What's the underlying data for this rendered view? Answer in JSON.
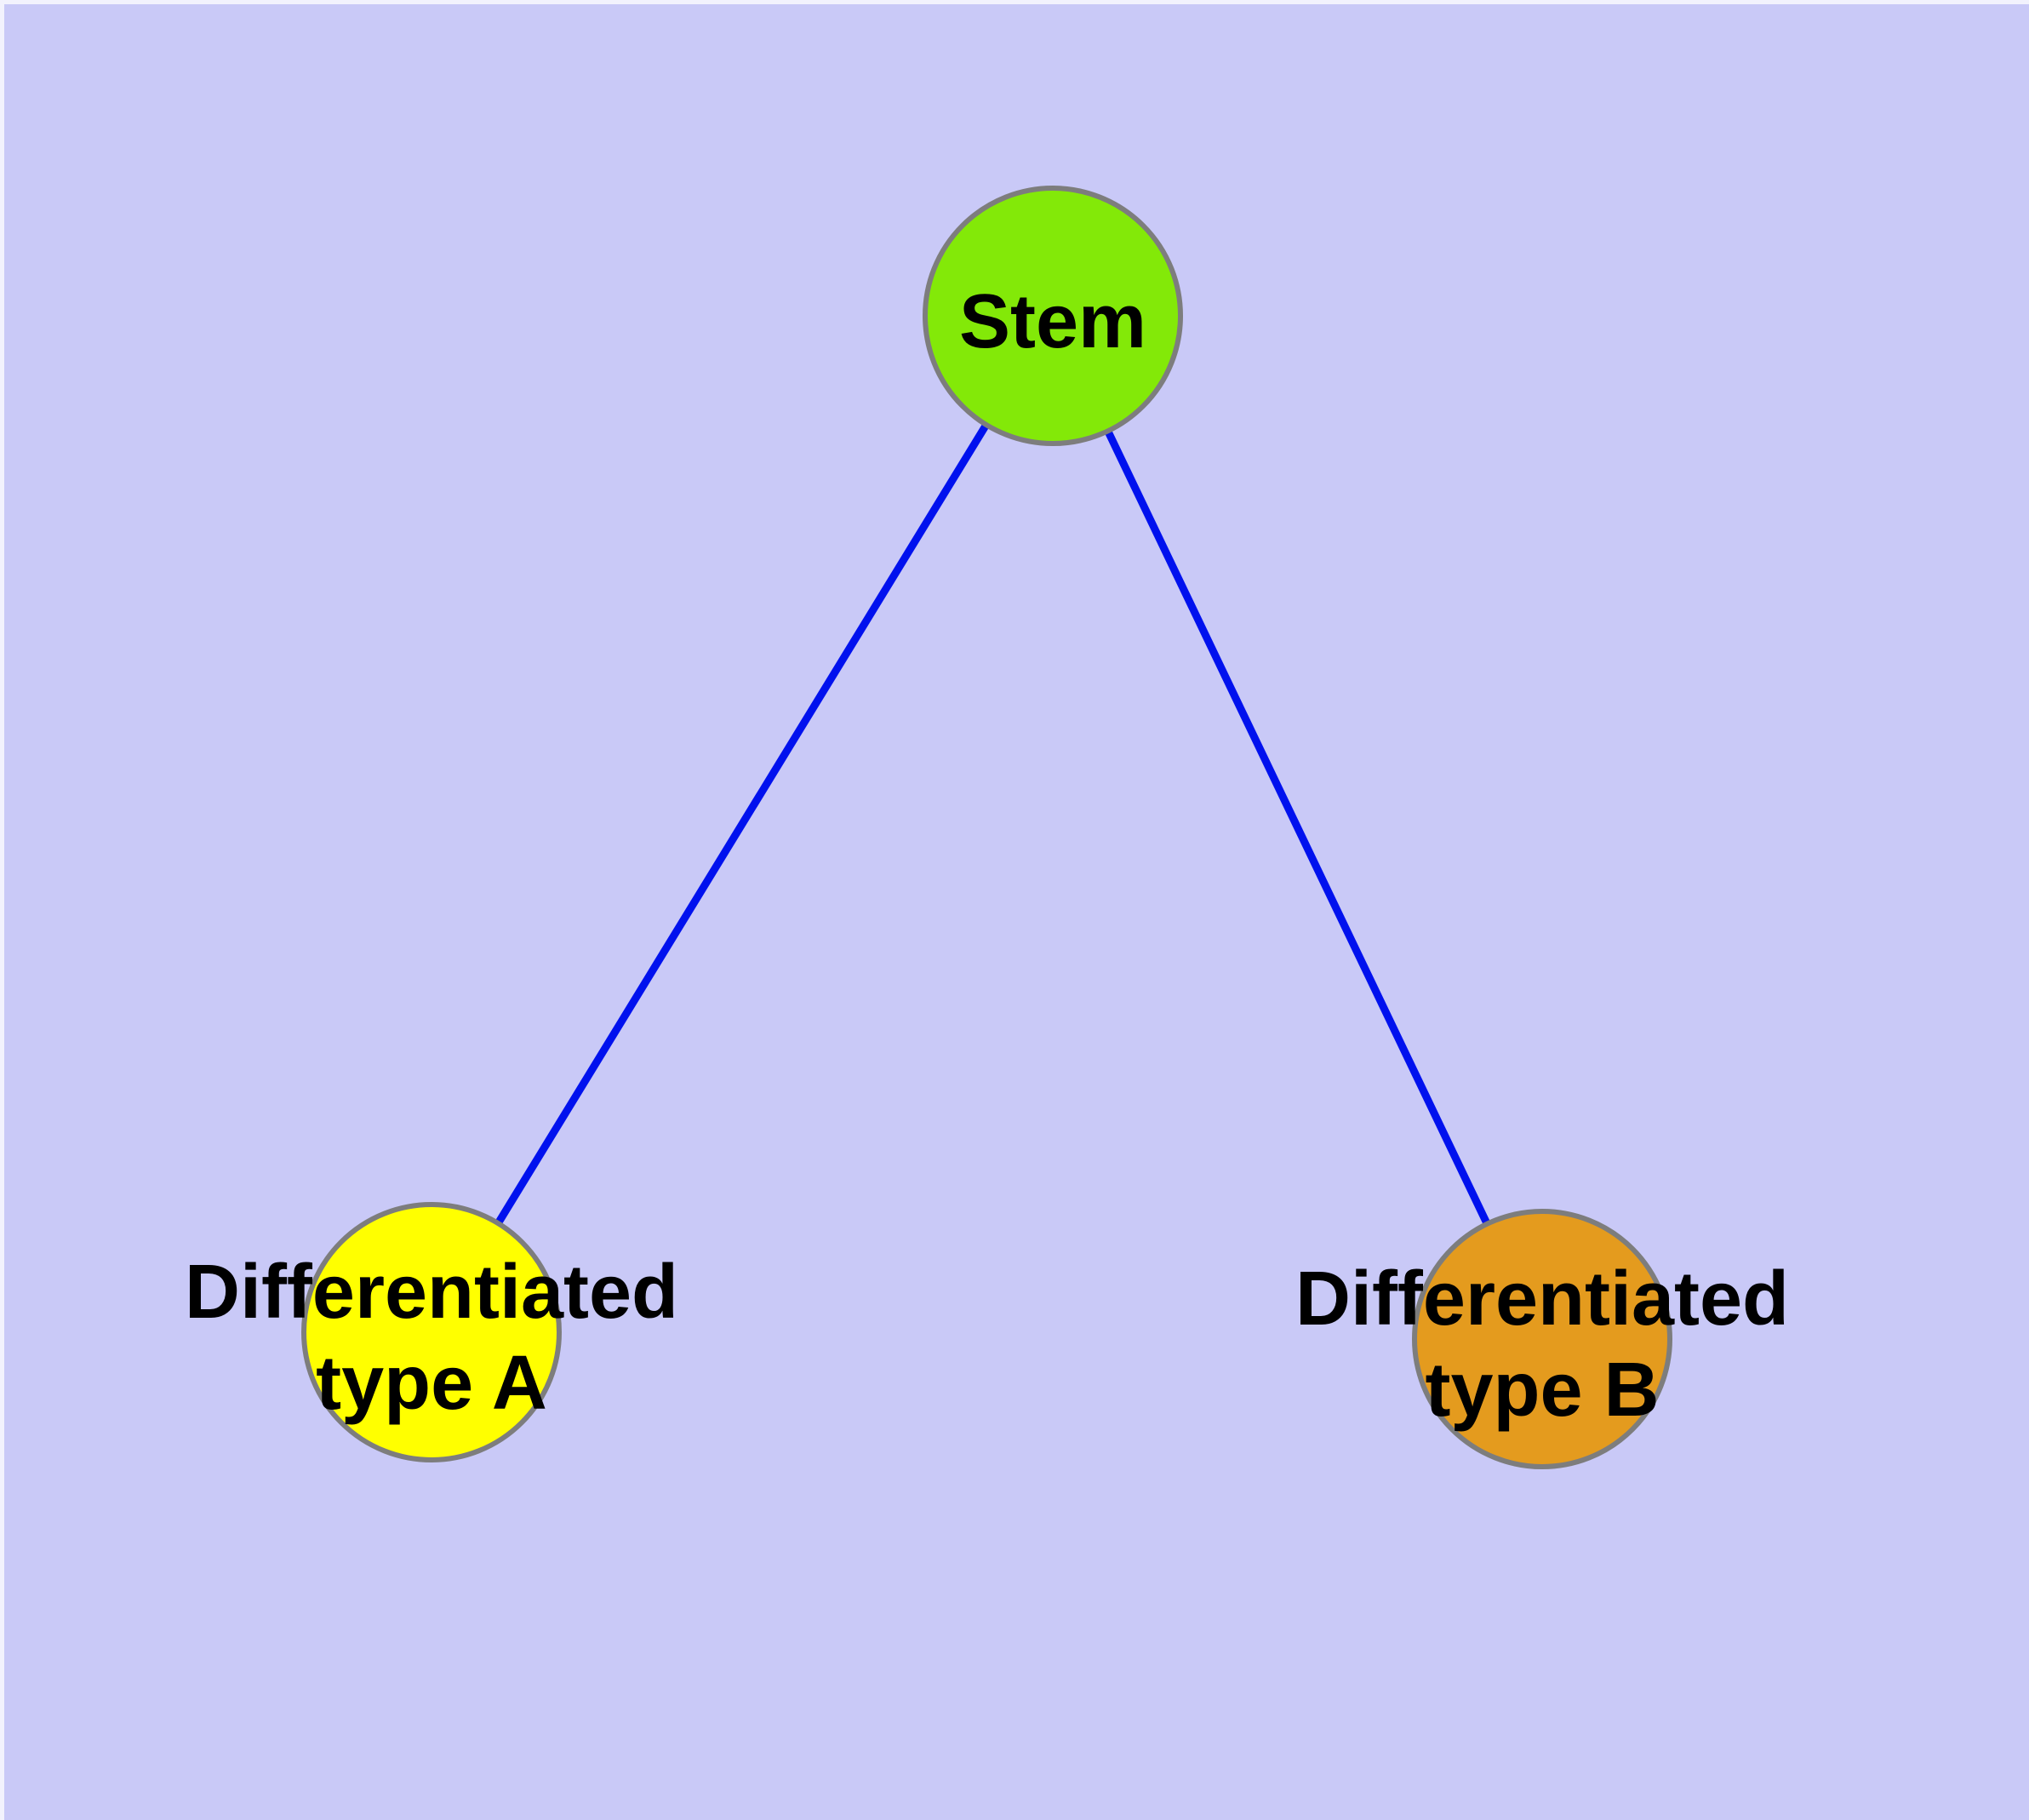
{
  "diagram": {
    "type": "graph",
    "background_color": "#c9c9f7",
    "frame_color": "#f2f2fd",
    "edge_color": "#0011ee",
    "node_border_color": "#7d7d7d",
    "label_color": "#000000",
    "nodes": [
      {
        "id": "stem",
        "label": "Stem",
        "fill": "#83e908"
      },
      {
        "id": "differentiated-type-a",
        "label_line1": "Differentiated",
        "label_line2": "type A",
        "fill": "#ffff00"
      },
      {
        "id": "differentiated-type-b",
        "label_line1": "Differentiated",
        "label_line2": "type B",
        "fill": "#e49b1e"
      }
    ],
    "edges": [
      {
        "from": "Stem",
        "to": "Differentiated type A"
      },
      {
        "from": "Stem",
        "to": "Differentiated type B"
      }
    ]
  }
}
